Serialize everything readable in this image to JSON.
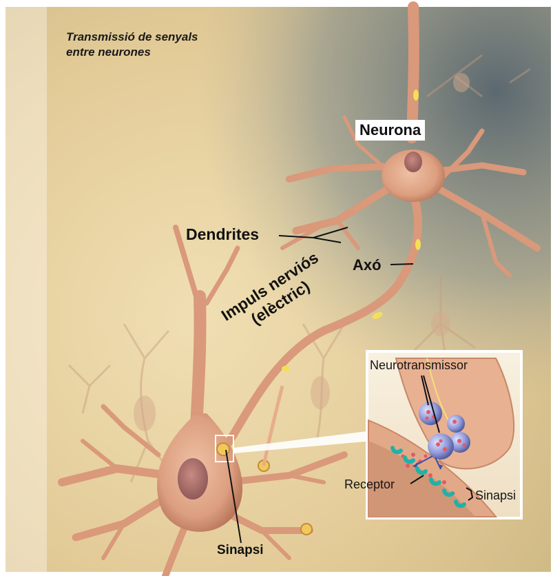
{
  "caption": {
    "line1": "Transmissió de senyals",
    "line2": "entre neurones"
  },
  "labels": {
    "neurona": "Neurona",
    "dendrites": "Dendrites",
    "axo": "Axó",
    "impuls_line1": "Impuls nerviós",
    "impuls_line2": "(elèctric)",
    "sinapsi_main": "Sinapsi",
    "neurotransmissor": "Neurotransmissor",
    "receptor": "Receptor",
    "sinapsi_inset": "Sinapsi"
  },
  "colors": {
    "background_warm": "#e8d3a2",
    "background_cool": "#6f7c86",
    "neuron_body": "#e0a383",
    "neuron_shadow": "#b9735a",
    "impulse": "#f6df58",
    "receptor": "#1fb2a8",
    "vesicle": "#7a86c8"
  }
}
